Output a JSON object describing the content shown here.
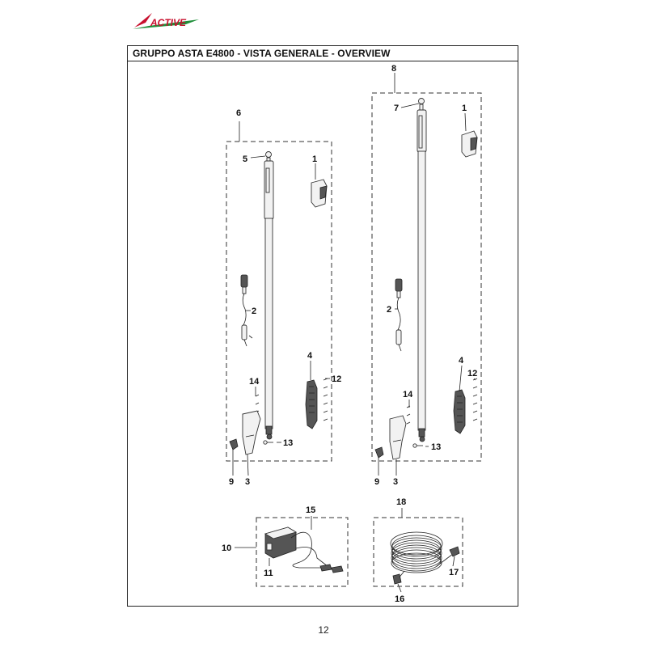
{
  "brand": {
    "name": "ACTIVE"
  },
  "header": {
    "title": "GRUPPO ASTA E4800 - VISTA GENERALE - OVERVIEW"
  },
  "callouts": {
    "c1a": "1",
    "c1b": "1",
    "c2a": "2",
    "c2b": "2",
    "c3a": "3",
    "c3b": "3",
    "c4a": "4",
    "c4b": "4",
    "c5": "5",
    "c6": "6",
    "c7": "7",
    "c8": "8",
    "c9a": "9",
    "c9b": "9",
    "c10": "10",
    "c11": "11",
    "c12a": "12",
    "c12b": "12",
    "c13a": "13",
    "c13b": "13",
    "c14a": "14",
    "c14b": "14",
    "c15": "15",
    "c16": "16",
    "c17": "17",
    "c18": "18"
  },
  "footer": {
    "page_number": "12"
  }
}
